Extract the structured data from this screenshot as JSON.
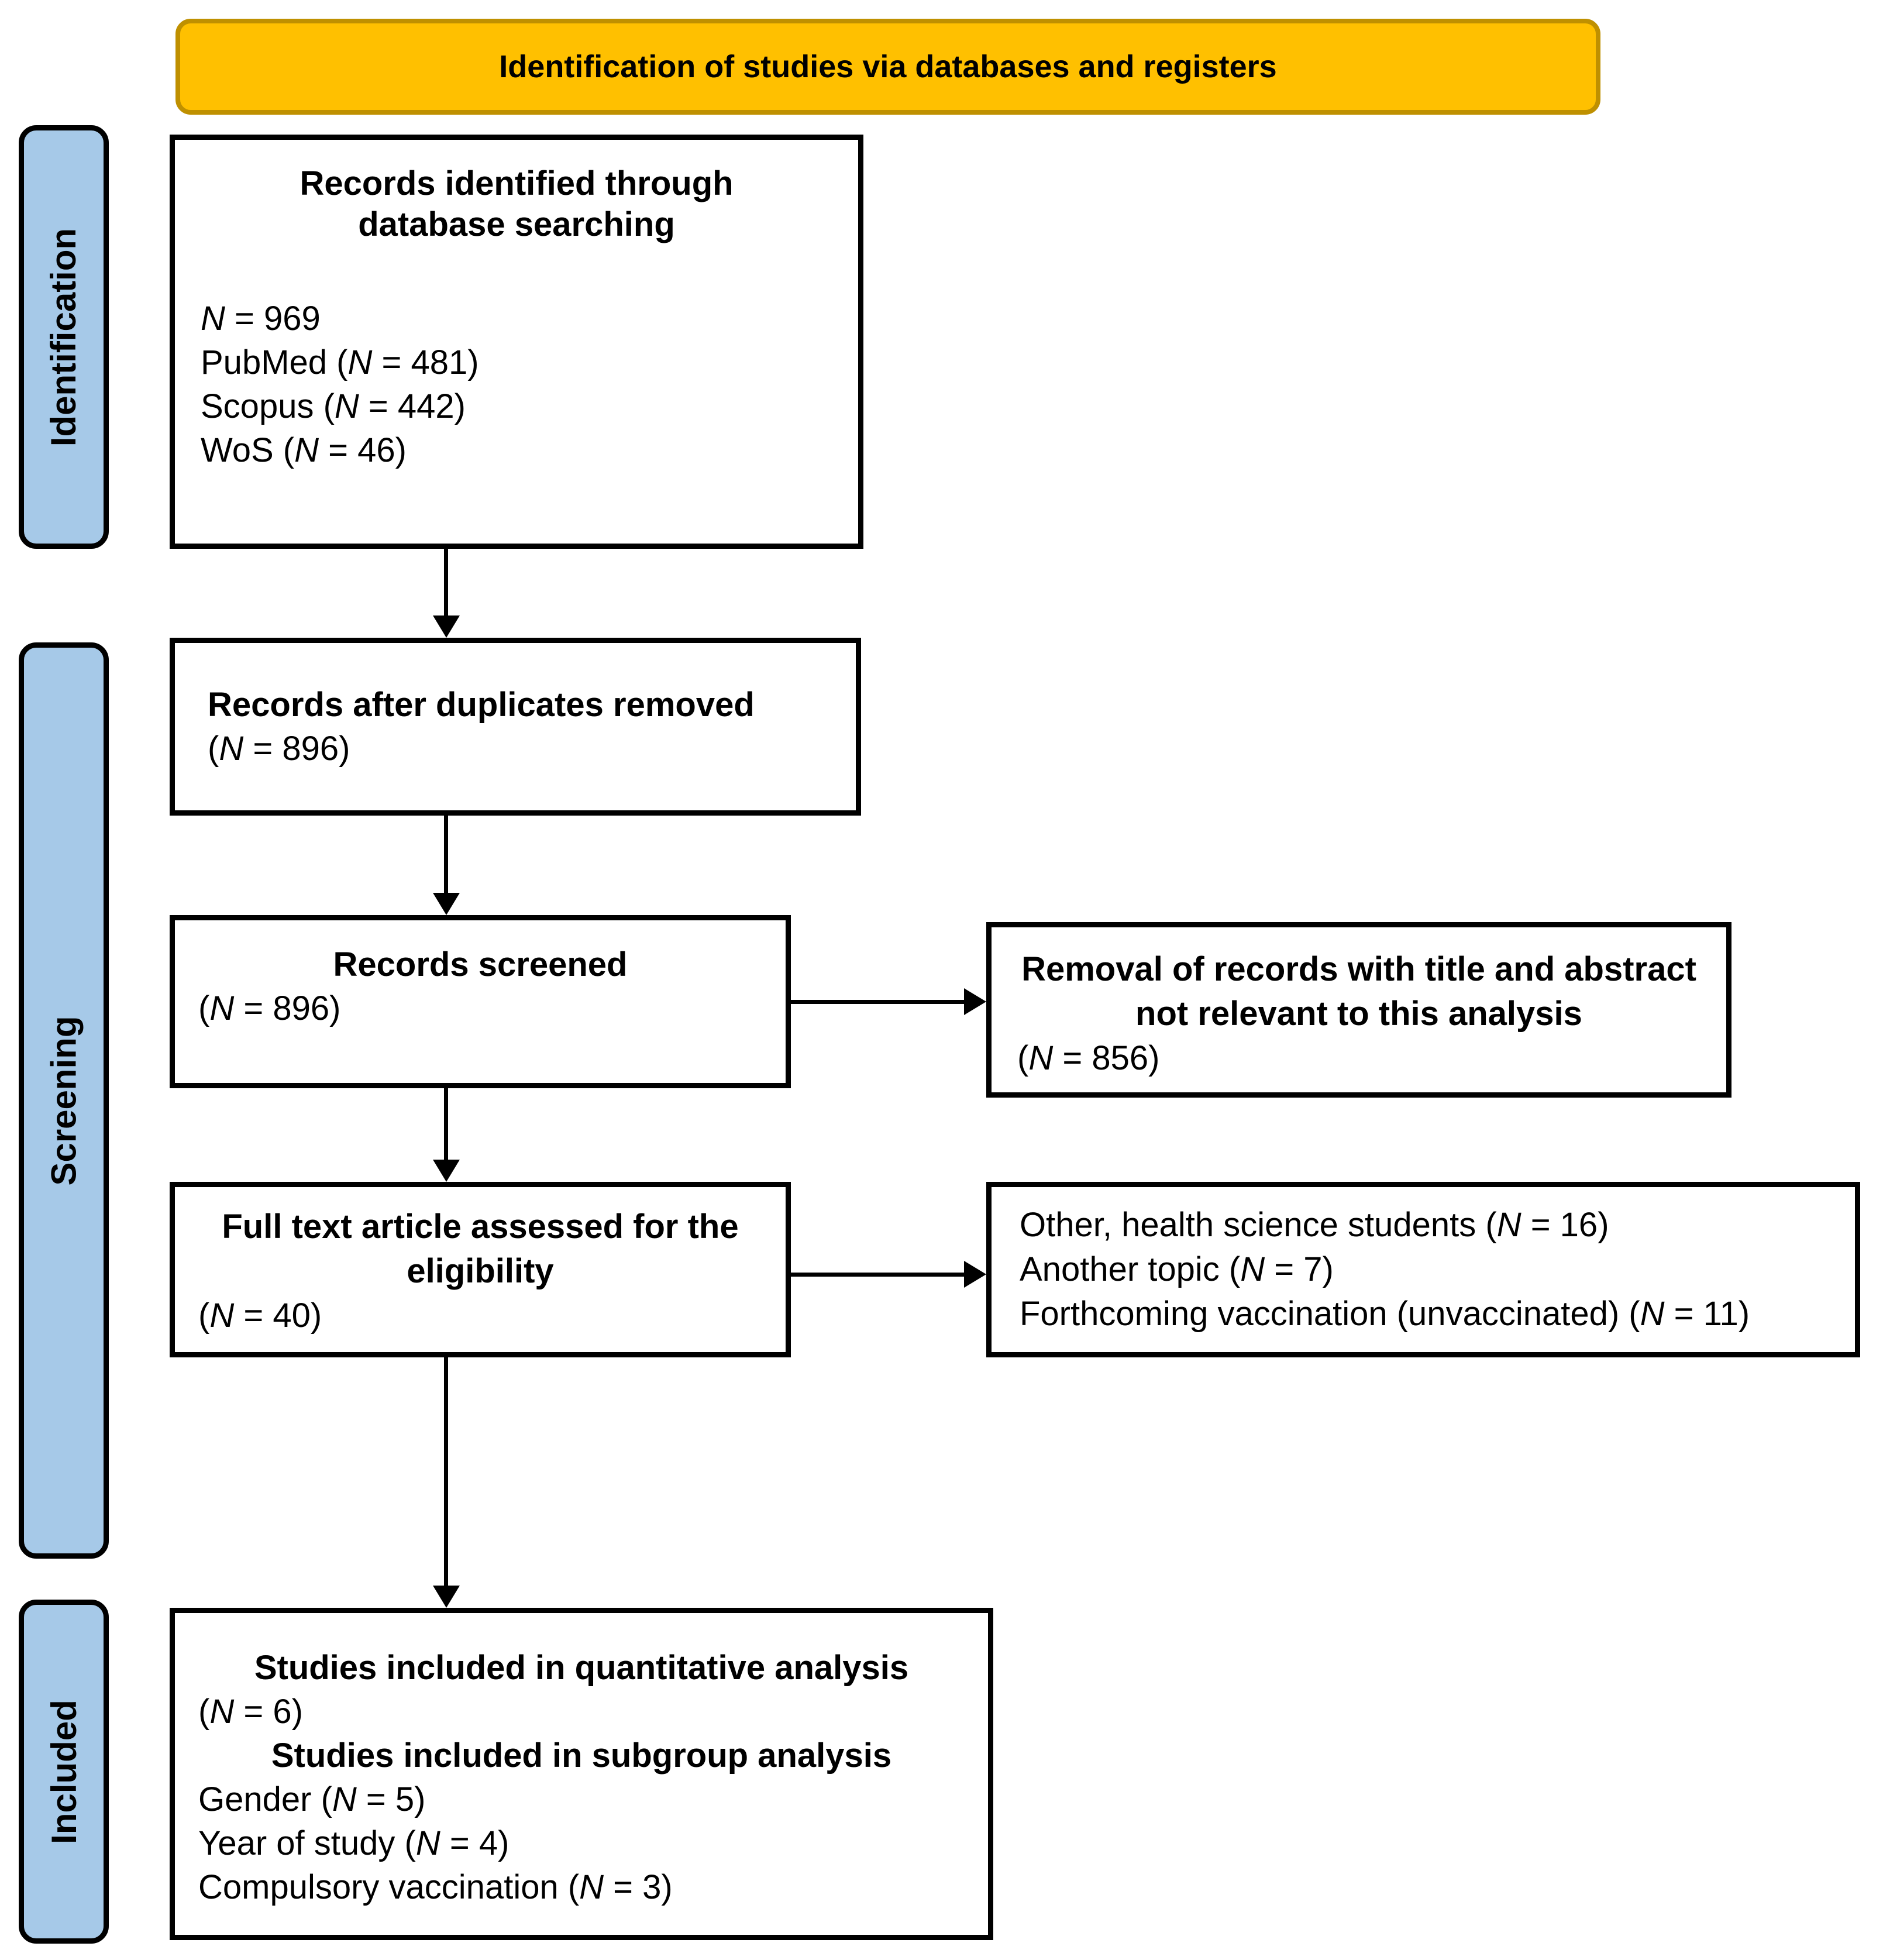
{
  "banner": {
    "title": "Identification of studies via databases and registers"
  },
  "stages": [
    {
      "label": "Identification"
    },
    {
      "label": "Screening"
    },
    {
      "label": "Included"
    }
  ],
  "colors": {
    "banner_fill": "#FFC000",
    "banner_border": "#BF9000",
    "stage_fill": "#A6C9E8",
    "box_border": "#000000"
  },
  "boxes": {
    "records_identified": {
      "title": "Records identified through database searching",
      "lines": [
        "N = 969",
        "PubMed (N = 481)",
        "Scopus (N = 442)",
        "WoS (N = 46)"
      ]
    },
    "duplicates_removed": {
      "title": "Records after duplicates removed",
      "lines": [
        "(N = 896)"
      ]
    },
    "records_screened": {
      "title": "Records screened",
      "lines": [
        "(N = 896)"
      ]
    },
    "title_abstract_removed": {
      "title": "Removal of records with title and abstract not relevant to this analysis",
      "lines": [
        "(N = 856)"
      ]
    },
    "full_text_assessed": {
      "title": "Full text article assessed for the eligibility",
      "lines": [
        "(N = 40)"
      ]
    },
    "full_text_excluded": {
      "lines": [
        "Other, health science students (N = 16)",
        "Another topic (N = 7)",
        "Forthcoming vaccination (unvaccinated) (N = 11)"
      ]
    },
    "included": {
      "title_quantitative": "Studies included in quantitative analysis",
      "count_quantitative": "(N = 6)",
      "title_subgroup": "Studies included in subgroup analysis",
      "lines": [
        "Gender (N = 5)",
        "Year of study (N = 4)",
        "Compulsory vaccination (N = 3)"
      ]
    }
  }
}
